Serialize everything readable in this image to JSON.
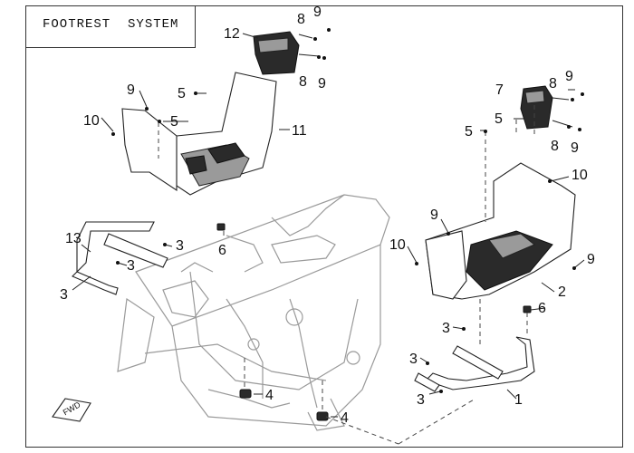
{
  "title": "FOOTREST  SYSTEM",
  "arrow_label": "FWD",
  "callouts": {
    "c1": "1",
    "c2": "2",
    "c3a": "3",
    "c3b": "3",
    "c3c": "3",
    "c3d": "3",
    "c3e": "3",
    "c3f": "3",
    "c4a": "4",
    "c4b": "4",
    "c5a": "5",
    "c5b": "5",
    "c5c": "5",
    "c5d": "5",
    "c6a": "6",
    "c6b": "6",
    "c7": "7",
    "c8a": "8",
    "c8b": "8",
    "c8c": "8",
    "c8d": "8",
    "c9a": "9",
    "c9b": "9",
    "c9c": "9",
    "c9d": "9",
    "c9e": "9",
    "c9f": "9",
    "c10a": "10",
    "c10b": "10",
    "c10c": "10",
    "c11": "11",
    "c12": "12",
    "c13": "13"
  },
  "colors": {
    "line": "#222222",
    "frame": "#9a9a9a",
    "part_fill": "#2a2a2a"
  }
}
